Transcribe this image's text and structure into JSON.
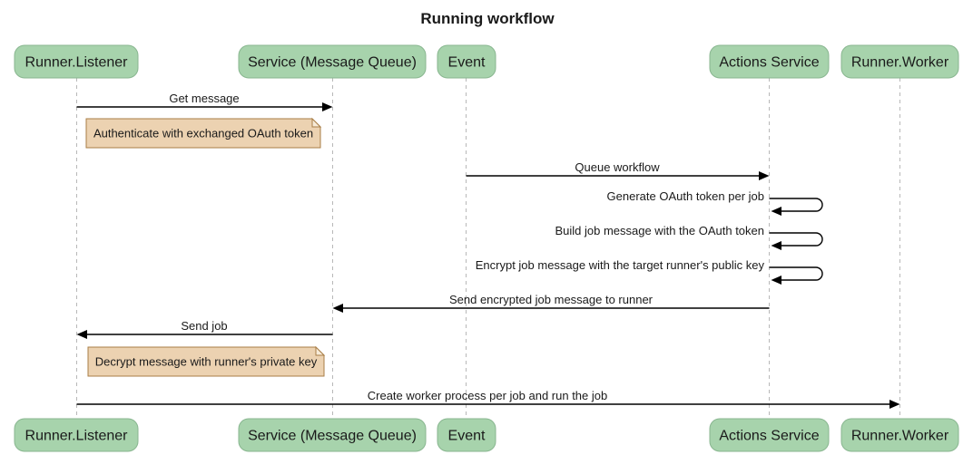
{
  "title": "Running workflow",
  "colors": {
    "actor_fill": "#a7d3ac",
    "actor_border": "#88b68f",
    "note_fill": "#ecd2b1",
    "note_border": "#a97e46",
    "lifeline": "#b8b8b8",
    "arrow": "#000000",
    "background": "#ffffff"
  },
  "actors": [
    {
      "label": "Runner.Listener"
    },
    {
      "label": "Service (Message Queue)"
    },
    {
      "label": "Event"
    },
    {
      "label": "Actions Service"
    },
    {
      "label": "Runner.Worker"
    }
  ],
  "messages": [
    {
      "label": "Get message",
      "from": "Runner.Listener",
      "to": "Service (Message Queue)",
      "type": "arrow"
    },
    {
      "label": "Queue workflow",
      "from": "Event",
      "to": "Actions Service",
      "type": "arrow"
    },
    {
      "label": "Generate OAuth token per job",
      "from": "Actions Service",
      "to": "Actions Service",
      "type": "self"
    },
    {
      "label": "Build job message with the OAuth token",
      "from": "Actions Service",
      "to": "Actions Service",
      "type": "self"
    },
    {
      "label": "Encrypt job message with the target runner's public key",
      "from": "Actions Service",
      "to": "Actions Service",
      "type": "self"
    },
    {
      "label": "Send encrypted job message to runner",
      "from": "Actions Service",
      "to": "Service (Message Queue)",
      "type": "arrow"
    },
    {
      "label": "Send job",
      "from": "Service (Message Queue)",
      "to": "Runner.Listener",
      "type": "arrow"
    },
    {
      "label": "Create worker process per job and run the job",
      "from": "Runner.Listener",
      "to": "Runner.Worker",
      "type": "arrow"
    }
  ],
  "notes": [
    {
      "label": "Authenticate with exchanged OAuth token",
      "over": "Runner.Listener / Service (Message Queue)"
    },
    {
      "label": "Decrypt message with runner's private key",
      "over": "Runner.Listener / Service (Message Queue)"
    }
  ]
}
